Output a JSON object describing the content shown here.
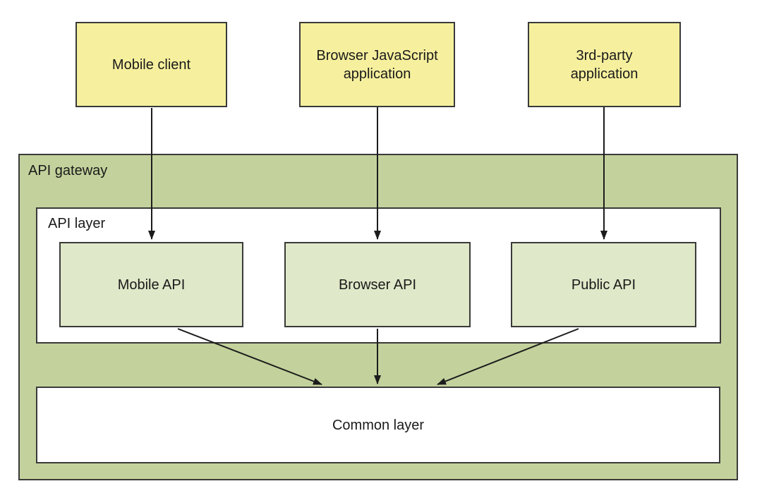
{
  "diagram": {
    "clients": [
      {
        "id": "mobile-client",
        "label": "Mobile client"
      },
      {
        "id": "browser-js-app",
        "label": "Browser JavaScript application"
      },
      {
        "id": "third-party-app",
        "label": "3rd-party application"
      }
    ],
    "gateway": {
      "label": "API gateway"
    },
    "api_layer": {
      "label": "API layer",
      "apis": [
        {
          "id": "mobile-api",
          "label": "Mobile API"
        },
        {
          "id": "browser-api",
          "label": "Browser API"
        },
        {
          "id": "public-api",
          "label": "Public API"
        }
      ]
    },
    "common_layer": {
      "label": "Common layer"
    },
    "edges": [
      {
        "from": "mobile-client",
        "to": "mobile-api"
      },
      {
        "from": "browser-js-app",
        "to": "browser-api"
      },
      {
        "from": "third-party-app",
        "to": "public-api"
      },
      {
        "from": "mobile-api",
        "to": "common-layer"
      },
      {
        "from": "browser-api",
        "to": "common-layer"
      },
      {
        "from": "public-api",
        "to": "common-layer"
      }
    ],
    "colors": {
      "client_fill": "#f6f09e",
      "gateway_fill": "#c3d29c",
      "api_fill": "#dfe8c8",
      "box_border": "#3a3a3a",
      "arrow": "#1c1c1c",
      "text": "#1a1a1a",
      "background": "#ffffff"
    }
  }
}
